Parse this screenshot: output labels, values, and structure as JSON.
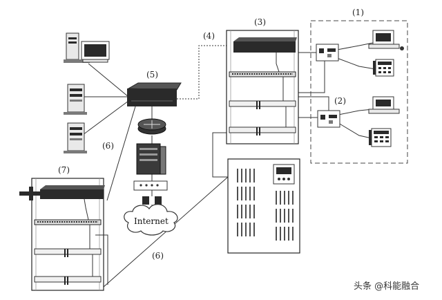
{
  "labels": {
    "l1": "(1)",
    "l2": "(2)",
    "l3": "(3)",
    "l4": "(4)",
    "l5": "(5)",
    "l6a": "(6)",
    "l6b": "(6)",
    "l7": "(7)"
  },
  "cloud_label": "Internet",
  "watermark": "头条 @科能融合"
}
